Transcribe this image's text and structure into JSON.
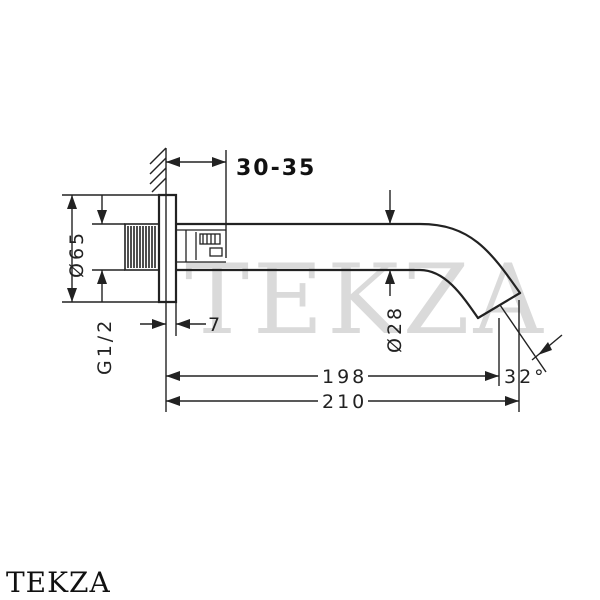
{
  "dimensions": {
    "wall_thickness": "30-35",
    "flange_diameter": "Ø65",
    "thread": "G1/2",
    "thread_offset": "7",
    "spout_diameter": "Ø28",
    "length_to_tip": "198",
    "overall_length": "210",
    "outlet_angle": "32°"
  },
  "watermark": "TEKZA",
  "brand": "TEKZA"
}
